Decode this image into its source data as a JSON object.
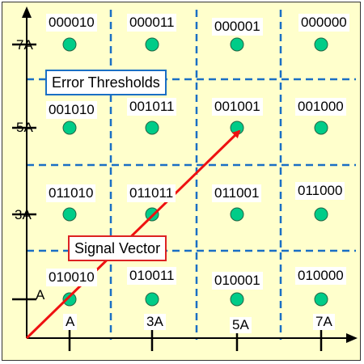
{
  "grid": {
    "cols": 4,
    "rows": 4,
    "labels": [
      [
        "000010",
        "000011",
        "000001",
        "000000"
      ],
      [
        "001010",
        "001011",
        "001001",
        "001000"
      ],
      [
        "011010",
        "011011",
        "011001",
        "011000"
      ],
      [
        "010010",
        "010011",
        "010001",
        "010000"
      ]
    ]
  },
  "axes": {
    "x_ticks": [
      "A",
      "3A",
      "5A",
      "7A"
    ],
    "y_ticks": [
      "7A",
      "5A",
      "3A",
      "A"
    ]
  },
  "callouts": {
    "thresholds": "Error Thresholds",
    "vector": "Signal Vector"
  },
  "colors": {
    "background": "#ffffcc",
    "point_fill": "#00cc88",
    "threshold_line": "#1a6fc4",
    "thresholds_box_border": "#1a6fc4",
    "vector": "#ee1111",
    "vector_box_border": "#dd2222"
  }
}
